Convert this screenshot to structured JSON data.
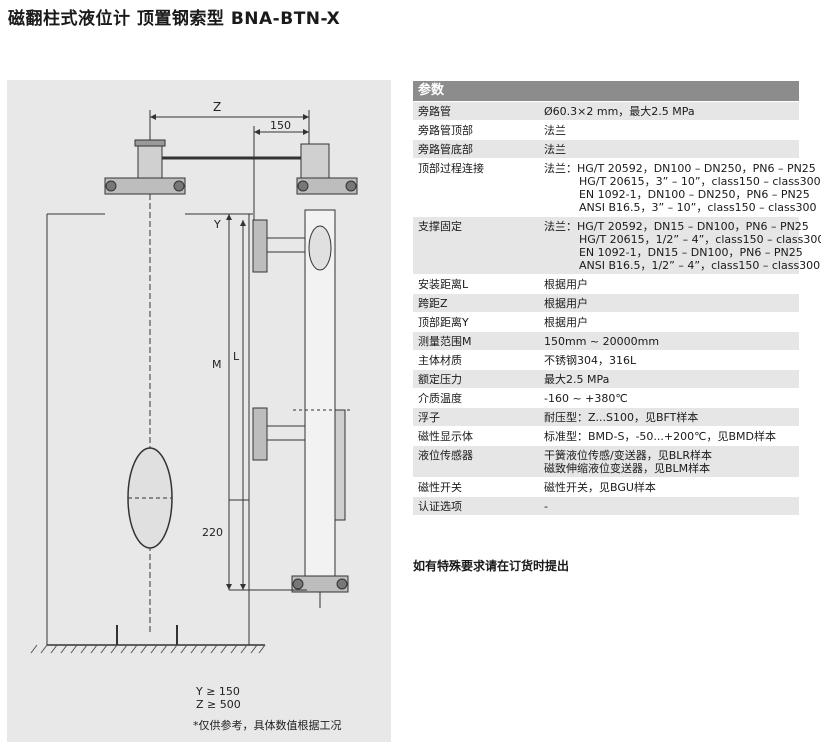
{
  "title": "磁翻柱式液位计 顶置钢索型 BNA-BTN-X",
  "drawing": {
    "dim_z": "Z",
    "dim_150": "150",
    "dim_y": "Y",
    "dim_m": "M",
    "dim_l": "L",
    "dim_220": "220",
    "note_y": "Y ≥ 150",
    "note_z": "Z ≥ 500",
    "footnote": "*仅供参考，具体数值根据工况"
  },
  "specs": {
    "header": "参数",
    "rows": [
      {
        "k": "旁路管",
        "v": "Ø60.3×2 mm，最大2.5 MPa"
      },
      {
        "k": "旁路管顶部",
        "v": "法兰"
      },
      {
        "k": "旁路管底部",
        "v": "法兰"
      },
      {
        "k": "顶部过程连接",
        "v": "法兰：HG/T 20592，DN100 – DN250，PN6 – PN25\n          HG/T 20615，3” – 10”，class150 – class300\n          EN 1092-1，DN100 – DN250，PN6 – PN25\n          ANSI B16.5，3” – 10”，class150 – class300"
      },
      {
        "k": "支撑固定",
        "v": "法兰：HG/T 20592，DN15 – DN100，PN6 – PN25\n          HG/T 20615，1/2” – 4”，class150 – class300\n          EN 1092-1，DN15 – DN100，PN6 – PN25\n          ANSI B16.5，1/2” – 4”，class150 – class300"
      },
      {
        "k": "安装距离L",
        "v": "根据用户"
      },
      {
        "k": "跨距Z",
        "v": "根据用户"
      },
      {
        "k": "顶部距离Y",
        "v": "根据用户"
      },
      {
        "k": "测量范围M",
        "v": "150mm ~ 20000mm"
      },
      {
        "k": "主体材质",
        "v": "不锈钢304，316L"
      },
      {
        "k": "额定压力",
        "v": "最大2.5 MPa"
      },
      {
        "k": "介质温度",
        "v": "-160 ~ +380℃"
      },
      {
        "k": "浮子",
        "v": "耐压型：Z...S100，见BFT样本"
      },
      {
        "k": "磁性显示体",
        "v": "标准型：BMD-S，-50...+200℃，见BMD样本"
      },
      {
        "k": "液位传感器",
        "v": "干簧液位传感/变送器，见BLR样本\n磁致伸缩液位变送器，见BLM样本"
      },
      {
        "k": "磁性开关",
        "v": "磁性开关，见BGU样本"
      },
      {
        "k": "认证选项",
        "v": "-"
      }
    ],
    "note": "如有特殊要求请在订货时提出"
  }
}
